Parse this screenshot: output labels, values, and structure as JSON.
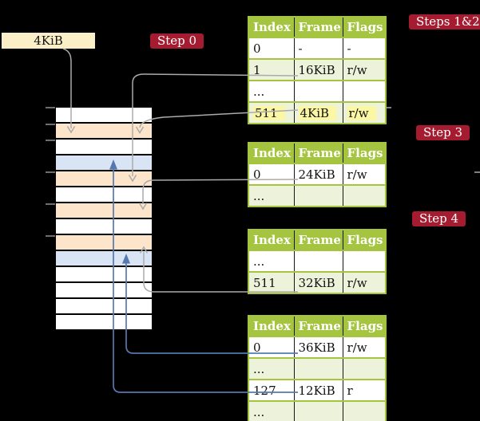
{
  "frame_size_label": "4KiB",
  "badges": {
    "step0": "Step 0",
    "steps12": "Steps 1&2",
    "step3": "Step 3",
    "step4": "Step 4"
  },
  "memory": {
    "rows": [
      "white",
      "peach",
      "white",
      "blue",
      "peach",
      "white",
      "peach",
      "white",
      "peach",
      "blue",
      "white",
      "white",
      "white",
      "white"
    ]
  },
  "tables": [
    {
      "name": "steps12",
      "headers": [
        "Index",
        "Frame",
        "Flags"
      ],
      "rows": [
        {
          "cells": [
            "0",
            "-",
            "-"
          ]
        },
        {
          "cells": [
            "1",
            "16KiB",
            "r/w"
          ]
        },
        {
          "cells": [
            "...",
            "",
            ""
          ]
        },
        {
          "cells": [
            "511",
            "4KiB",
            "r/w"
          ],
          "highlighted": true
        }
      ]
    },
    {
      "name": "step3",
      "headers": [
        "Index",
        "Frame",
        "Flags"
      ],
      "rows": [
        {
          "cells": [
            "0",
            "24KiB",
            "r/w"
          ]
        },
        {
          "cells": [
            "...",
            "",
            ""
          ]
        }
      ]
    },
    {
      "name": "step4",
      "headers": [
        "Index",
        "Frame",
        "Flags"
      ],
      "rows": [
        {
          "cells": [
            "...",
            "",
            ""
          ]
        },
        {
          "cells": [
            "511",
            "32KiB",
            "r/w"
          ]
        }
      ]
    },
    {
      "name": "final",
      "headers": [
        "Index",
        "Frame",
        "Flags"
      ],
      "rows": [
        {
          "cells": [
            "0",
            "36KiB",
            "r/w"
          ]
        },
        {
          "cells": [
            "...",
            "",
            ""
          ]
        },
        {
          "cells": [
            "127",
            "12KiB",
            "r"
          ]
        },
        {
          "cells": [
            "...",
            "",
            ""
          ]
        }
      ]
    }
  ],
  "colors": {
    "background": "#000000",
    "badge_crimson": "#A51C30",
    "table_header_green": "#A5C43F",
    "table_border_green": "#A5C43F",
    "table_row_shade": "#EDF2DB",
    "highlight_yellow": "#FBF7A3",
    "frame_box_cream": "#FBEFC8",
    "memory_peach": "#FCE5CB",
    "memory_blue": "#D9E5F5",
    "arrow_gray": "#ABABAB",
    "arrow_blue": "#5578AE"
  }
}
